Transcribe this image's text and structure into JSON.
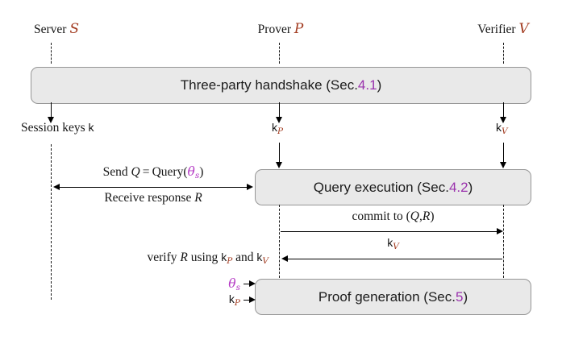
{
  "palette": {
    "box_fill": "#e9e9e9",
    "box_border": "#969696",
    "script_red": "#a23b20",
    "link_purple": "#9a32ad",
    "theta_purple": "#b438c4",
    "ink": "#161616"
  },
  "parties": {
    "server": {
      "name": "Server",
      "symbol": "S"
    },
    "prover": {
      "name": "Prover",
      "symbol": "P"
    },
    "verifier": {
      "name": "Verifier",
      "symbol": "V"
    }
  },
  "stages": {
    "handshake": {
      "title": "Three-party handshake (Sec. ",
      "sec": "4.1",
      "end": ")"
    },
    "query": {
      "title": "Query execution (Sec. ",
      "sec": "4.2",
      "end": ")"
    },
    "proof": {
      "title": "Proof generation (Sec. ",
      "sec": "5",
      "end": ")"
    }
  },
  "keys": {
    "session": {
      "text": "Session keys ",
      "k": "k"
    },
    "prover": {
      "k": "k",
      "sub": "P"
    },
    "verifier": {
      "k": "k",
      "sub": "V"
    }
  },
  "messages": {
    "send": {
      "pre": "Send ",
      "q": "Q",
      "eq": " = Query(",
      "theta": "θ",
      "theta_sub": "s",
      "end": ")"
    },
    "receive": {
      "pre": "Receive response ",
      "r": "R"
    },
    "commit": {
      "pre": "commit to (",
      "q": "Q",
      "comma": ",",
      "r": "R",
      "end": ")"
    },
    "kv": {
      "k": "k",
      "sub": "V"
    },
    "verify": {
      "p1": "verify ",
      "r": "R",
      "p2": " using ",
      "k1": "k",
      "s1": "P",
      "p3": " and ",
      "k2": "k",
      "s2": "V"
    }
  },
  "proof_inputs": {
    "theta": "θ",
    "theta_sub": "s",
    "k": "k",
    "k_sub": "P"
  }
}
